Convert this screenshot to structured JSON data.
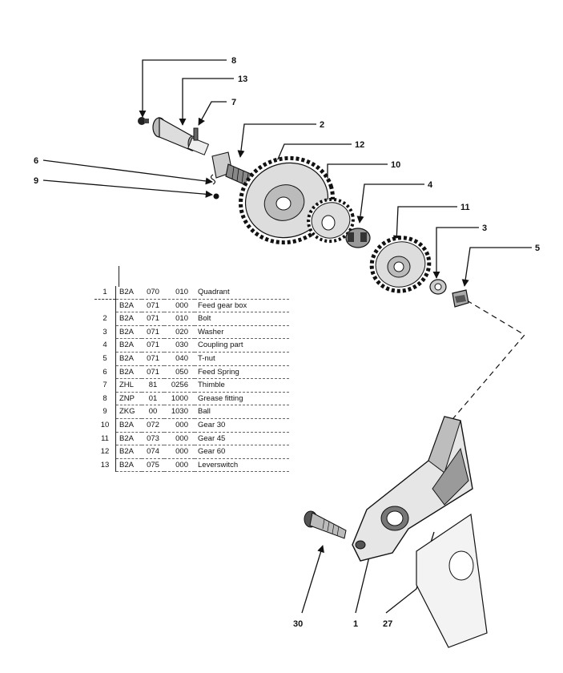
{
  "callouts": {
    "c8": "8",
    "c13": "13",
    "c7": "7",
    "c2": "2",
    "c12": "12",
    "c10": "10",
    "c4": "4",
    "c11": "11",
    "c3": "3",
    "c5": "5",
    "c6": "6",
    "c9": "9",
    "c30": "30",
    "c1": "1",
    "c27": "27"
  },
  "parts": [
    {
      "no": "1",
      "a": "B2A",
      "b": "070",
      "c": "010",
      "desc": "Quadrant"
    },
    {
      "no": "",
      "a": "B2A",
      "b": "071",
      "c": "000",
      "desc": "Feed gear box"
    },
    {
      "no": "2",
      "a": "B2A",
      "b": "071",
      "c": "010",
      "desc": "Bolt"
    },
    {
      "no": "3",
      "a": "B2A",
      "b": "071",
      "c": "020",
      "desc": "Washer"
    },
    {
      "no": "4",
      "a": "B2A",
      "b": "071",
      "c": "030",
      "desc": "Coupling part"
    },
    {
      "no": "5",
      "a": "B2A",
      "b": "071",
      "c": "040",
      "desc": "T-nut"
    },
    {
      "no": "6",
      "a": "B2A",
      "b": "071",
      "c": "050",
      "desc": "Feed Spring"
    },
    {
      "no": "7",
      "a": "ZHL",
      "b": "81",
      "c": "0256",
      "desc": "Thimble"
    },
    {
      "no": "8",
      "a": "ZNP",
      "b": "01",
      "c": "1000",
      "desc": "Grease fitting"
    },
    {
      "no": "9",
      "a": "ZKG",
      "b": "00",
      "c": "1030",
      "desc": "Ball"
    },
    {
      "no": "10",
      "a": "B2A",
      "b": "072",
      "c": "000",
      "desc": "Gear 30"
    },
    {
      "no": "11",
      "a": "B2A",
      "b": "073",
      "c": "000",
      "desc": "Gear 45"
    },
    {
      "no": "12",
      "a": "B2A",
      "b": "074",
      "c": "000",
      "desc": "Gear 60"
    },
    {
      "no": "13",
      "a": "B2A",
      "b": "075",
      "c": "000",
      "desc": "Leverswitch"
    }
  ]
}
